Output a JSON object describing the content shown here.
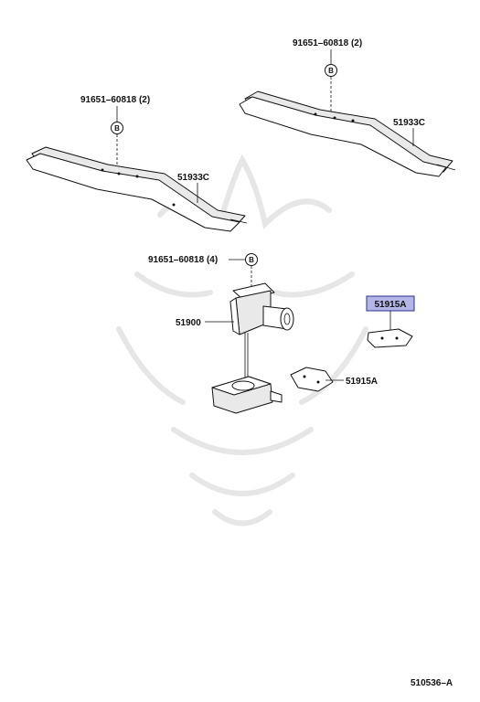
{
  "labels": {
    "bolt_top_right": "91651–60818 (2)",
    "bolt_top_left": "91651–60818 (2)",
    "bolt_center": "91651–60818 (4)",
    "bracket_right": "51933C",
    "bracket_left": "51933C",
    "jack_hanger": "51900",
    "pad_highlighted": "51915A",
    "pad_lower": "51915A",
    "diagram_code": "510536–A"
  },
  "callout_letter": "B",
  "colors": {
    "highlight_fill": "#b3b6e6",
    "highlight_border": "#2b2f8a",
    "line": "#111111",
    "watermark": "#e6e6e6"
  }
}
